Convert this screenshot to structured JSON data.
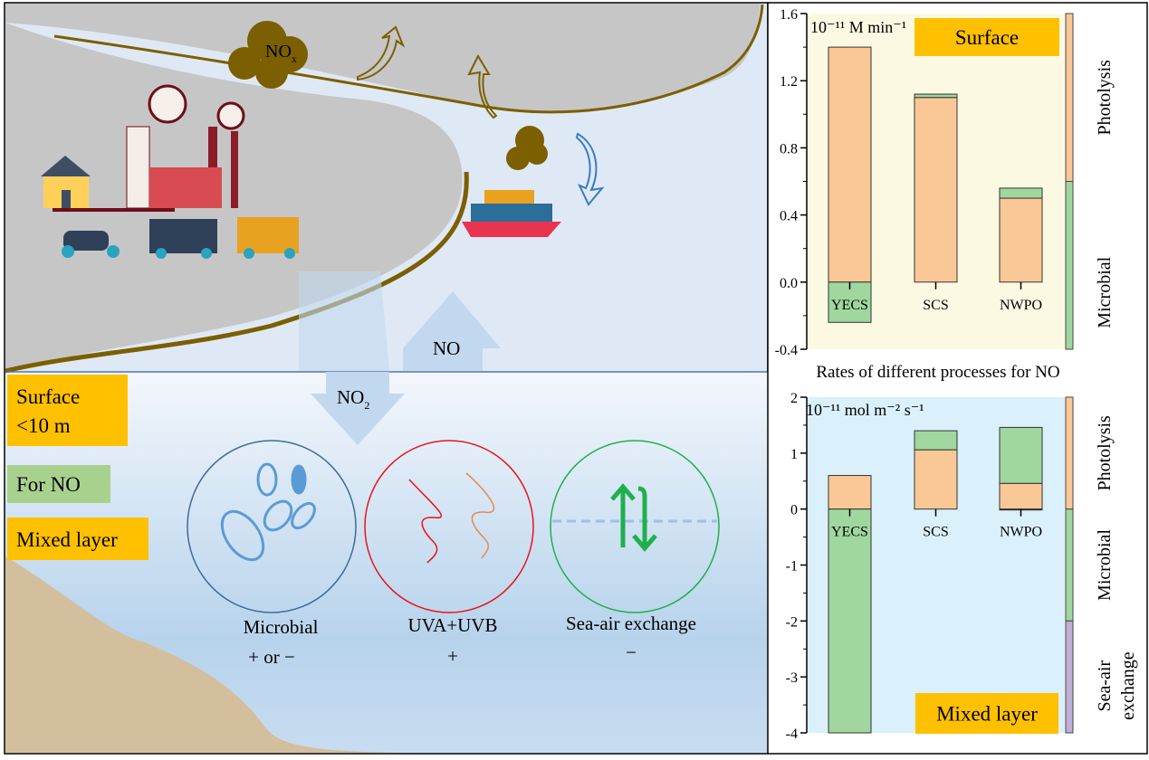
{
  "schematic": {
    "nox_label": "NO",
    "nox_sub": "x",
    "no_arrow_label": "NO",
    "no2_label": "NO",
    "no2_sub": "2",
    "surface_box": [
      "Surface",
      "<10 m"
    ],
    "for_no_box": "For NO",
    "mixed_box": "Mixed layer",
    "processes": [
      {
        "name": "Microbial",
        "sign": "+ or −",
        "color": "#3f6b9a"
      },
      {
        "name": "UVA+UVB",
        "sign": "+",
        "color": "#e8141c"
      },
      {
        "name": "Sea-air exchange",
        "sign": "−",
        "color": "#1fb04d"
      }
    ]
  },
  "middle_title": "Rates of different processes for NO",
  "colors": {
    "photolysis": "#fac896",
    "microbial": "#9fd79f",
    "seaair": "#c0aed6",
    "box": "#ffc000",
    "surface_bg": "#fcf9e3",
    "mixed_bg": "#daf0fb"
  },
  "chart_data": [
    {
      "type": "bar",
      "stacked": true,
      "title": "Surface",
      "unit": "10⁻¹¹ M min⁻¹",
      "categories": [
        "YECS",
        "SCS",
        "NWPO"
      ],
      "series": [
        {
          "name": "Photolysis",
          "values": [
            1.4,
            1.1,
            0.5
          ]
        },
        {
          "name": "Microbial",
          "values": [
            -0.24,
            0.02,
            0.06
          ]
        }
      ],
      "ylim": [
        -0.4,
        1.6
      ],
      "yticks": [
        "1.6",
        "1.2",
        "0.8",
        "0.4",
        "0.0",
        "-0.4"
      ],
      "legend": [
        "Photolysis",
        "Microbial"
      ]
    },
    {
      "type": "bar",
      "stacked": true,
      "title": "Mixed layer",
      "unit": "10⁻¹¹ mol m⁻² s⁻¹",
      "categories": [
        "YECS",
        "SCS",
        "NWPO"
      ],
      "series": [
        {
          "name": "Photolysis",
          "values": [
            0.6,
            1.06,
            0.46
          ]
        },
        {
          "name": "Microbial",
          "values": [
            -4.0,
            0.34,
            1.0
          ]
        },
        {
          "name": "Sea-air exchange",
          "values": [
            0,
            0,
            -0.01
          ]
        }
      ],
      "ylim": [
        -4,
        2
      ],
      "yticks": [
        "2",
        "1",
        "0",
        "-1",
        "-2",
        "-3",
        "-4"
      ],
      "legend": [
        "Photolysis",
        "Microbial",
        "Sea-air",
        "exchange"
      ]
    }
  ]
}
